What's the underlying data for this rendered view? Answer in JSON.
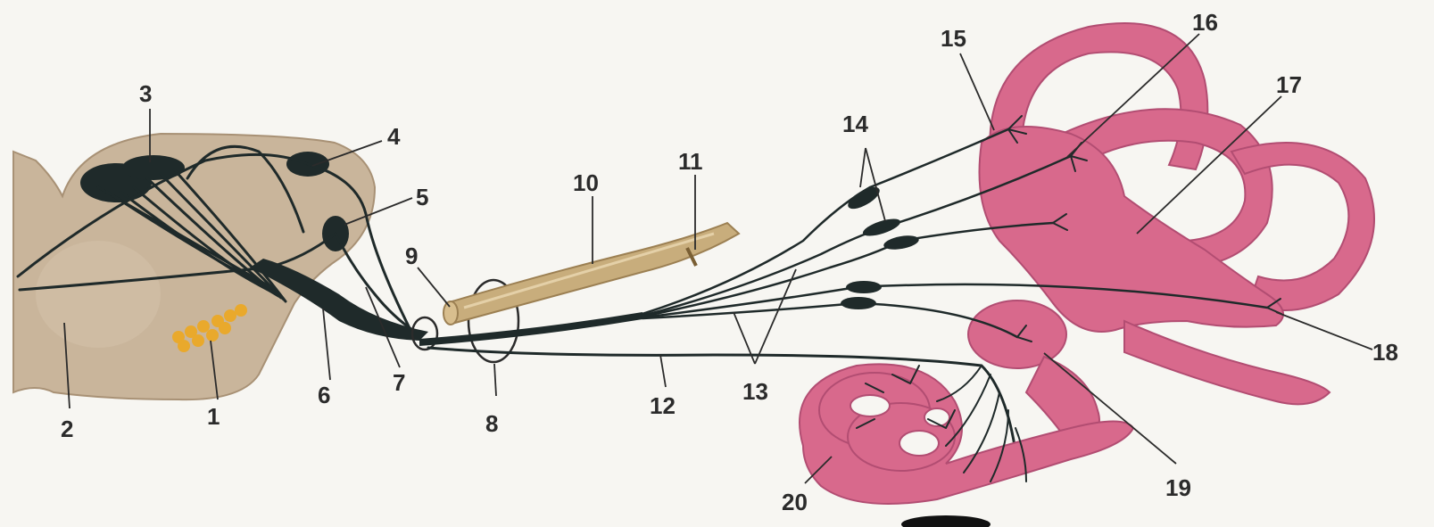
{
  "colors": {
    "background": "#f7f6f2",
    "brainstem": "#c9b59b",
    "labyrinth": "#d8698c",
    "nerve": "#1f2a2a",
    "nucleus": "#e9a92c",
    "vessel": "#c8ad7c"
  },
  "labels": {
    "l1": "1",
    "l2": "2",
    "l3": "3",
    "l4": "4",
    "l5": "5",
    "l6": "6",
    "l7": "7",
    "l8": "8",
    "l9": "9",
    "l10": "10",
    "l11": "11",
    "l12": "12",
    "l13": "13",
    "l14": "14",
    "l15": "15",
    "l16": "16",
    "l17": "17",
    "l18": "18",
    "l19": "19",
    "l20": "20"
  }
}
